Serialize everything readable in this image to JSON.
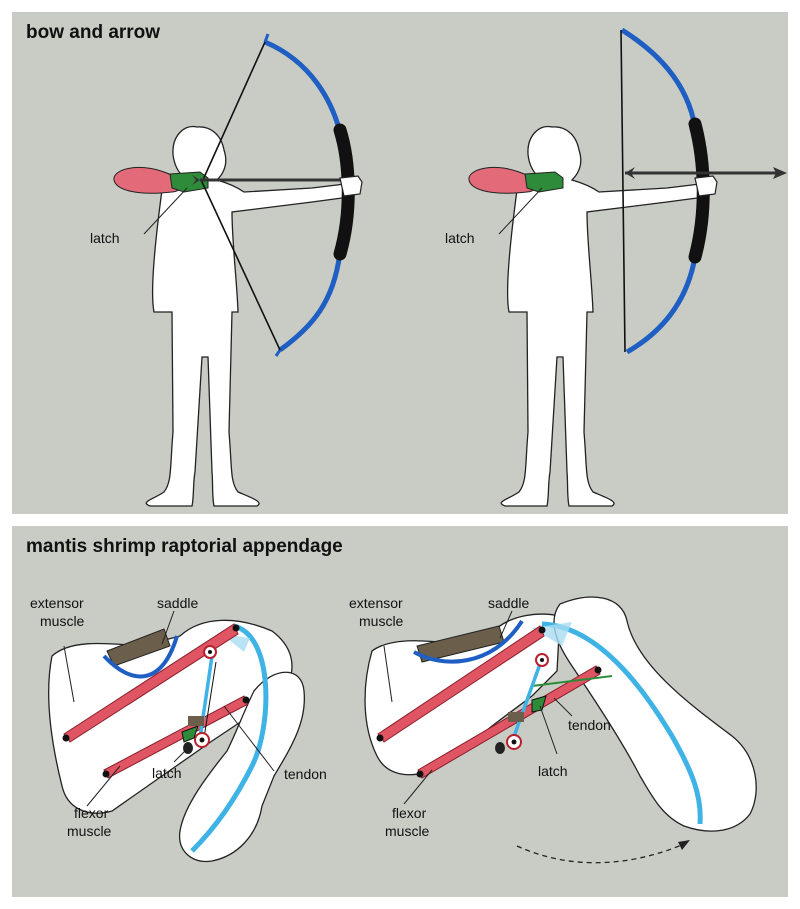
{
  "top_panel": {
    "title": "bow and arrow",
    "left_latch_label": "latch",
    "right_latch_label": "latch"
  },
  "bottom_panel": {
    "title": "mantis shrimp raptorial appendage",
    "left": {
      "extensor_line1": "extensor",
      "extensor_line2": "muscle",
      "saddle": "saddle",
      "latch": "latch",
      "tendon": "tendon",
      "flexor_line1": "flexor",
      "flexor_line2": "muscle"
    },
    "right": {
      "extensor_line1": "extensor",
      "extensor_line2": "muscle",
      "saddle": "saddle",
      "tendon": "tendon",
      "latch": "latch",
      "flexor_line1": "flexor",
      "flexor_line2": "muscle"
    }
  },
  "colors": {
    "panel_bg": "#c9ccc5",
    "bow_blue": "#1f5fc4",
    "grip_black": "#111111",
    "shoulder_pink": "#e36b79",
    "latch_green": "#2e8b3a",
    "muscle_red": "#e05563",
    "tendon_cyan": "#3fb3e6"
  }
}
